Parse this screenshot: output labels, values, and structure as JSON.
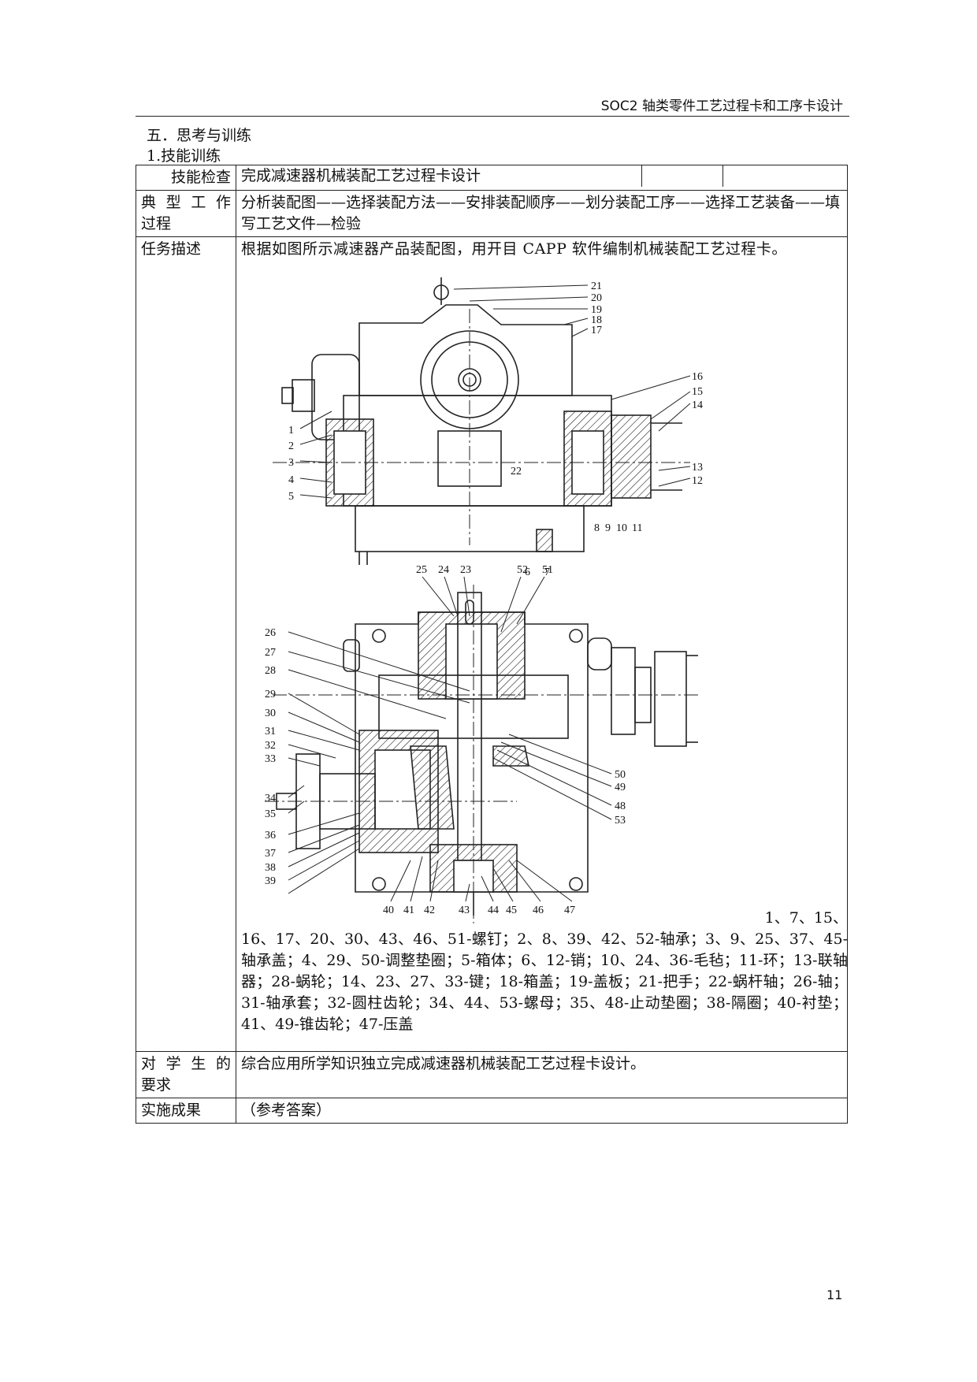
{
  "running_head": "SOC2 轴类零件工艺过程卡和工序卡设计",
  "section_title": "五．思考与训练",
  "sub_title": "1.技能训练",
  "rows": {
    "skill_check": {
      "label": "技能检查",
      "value": "完成减速器机械装配工艺过程卡设计"
    },
    "typical_process": {
      "label_line1": "典 型 工 作",
      "label_line2": "过程",
      "value": "分析装配图——选择装配方法——安排装配顺序——划分装配工序——选择工艺装备——填写工艺文件—检验"
    },
    "task_desc": {
      "label": "任务描述",
      "value": "根据如图所示减速器产品装配图，用开目 CAPP 软件编制机械装配工艺过程卡。"
    },
    "requirement": {
      "label_line1": "对 学 生 的",
      "label_line2": "要求",
      "value": "综合应用所学知识独立完成减速器机械装配工艺过程卡设计。"
    },
    "result": {
      "label": "实施成果",
      "value": "（参考答案）"
    }
  },
  "drawing": {
    "top_view_numbers": [
      "1",
      "2",
      "3",
      "4",
      "5",
      "6",
      "7",
      "8",
      "9",
      "10",
      "11",
      "12",
      "13",
      "14",
      "15",
      "16",
      "17",
      "18",
      "19",
      "20",
      "21",
      "22"
    ],
    "bottom_view_numbers": [
      "23",
      "24",
      "25",
      "26",
      "27",
      "28",
      "29",
      "30",
      "31",
      "32",
      "33",
      "34",
      "35",
      "36",
      "37",
      "38",
      "39",
      "40",
      "41",
      "42",
      "43",
      "44",
      "45",
      "46",
      "47",
      "48",
      "49",
      "50",
      "51",
      "52",
      "53"
    ]
  },
  "legend_first": "1、7、15、",
  "legend_rest": "16、17、20、30、43、46、51-螺钉；2、8、39、42、52-轴承；3、9、25、37、45-轴承盖；4、29、50-调整垫圈；5-箱体；6、12-销；10、24、36-毛毡；11-环；13-联轴器；28-蜗轮；14、23、27、33-键；18-箱盖；19-盖板；21-把手；22-蜗杆轴；26-轴；31-轴承套；32-圆柱齿轮；34、44、53-螺母；35、48-止动垫圈；38-隔圈；40-衬垫；41、49-锥齿轮；47-压盖",
  "page_number": "11"
}
